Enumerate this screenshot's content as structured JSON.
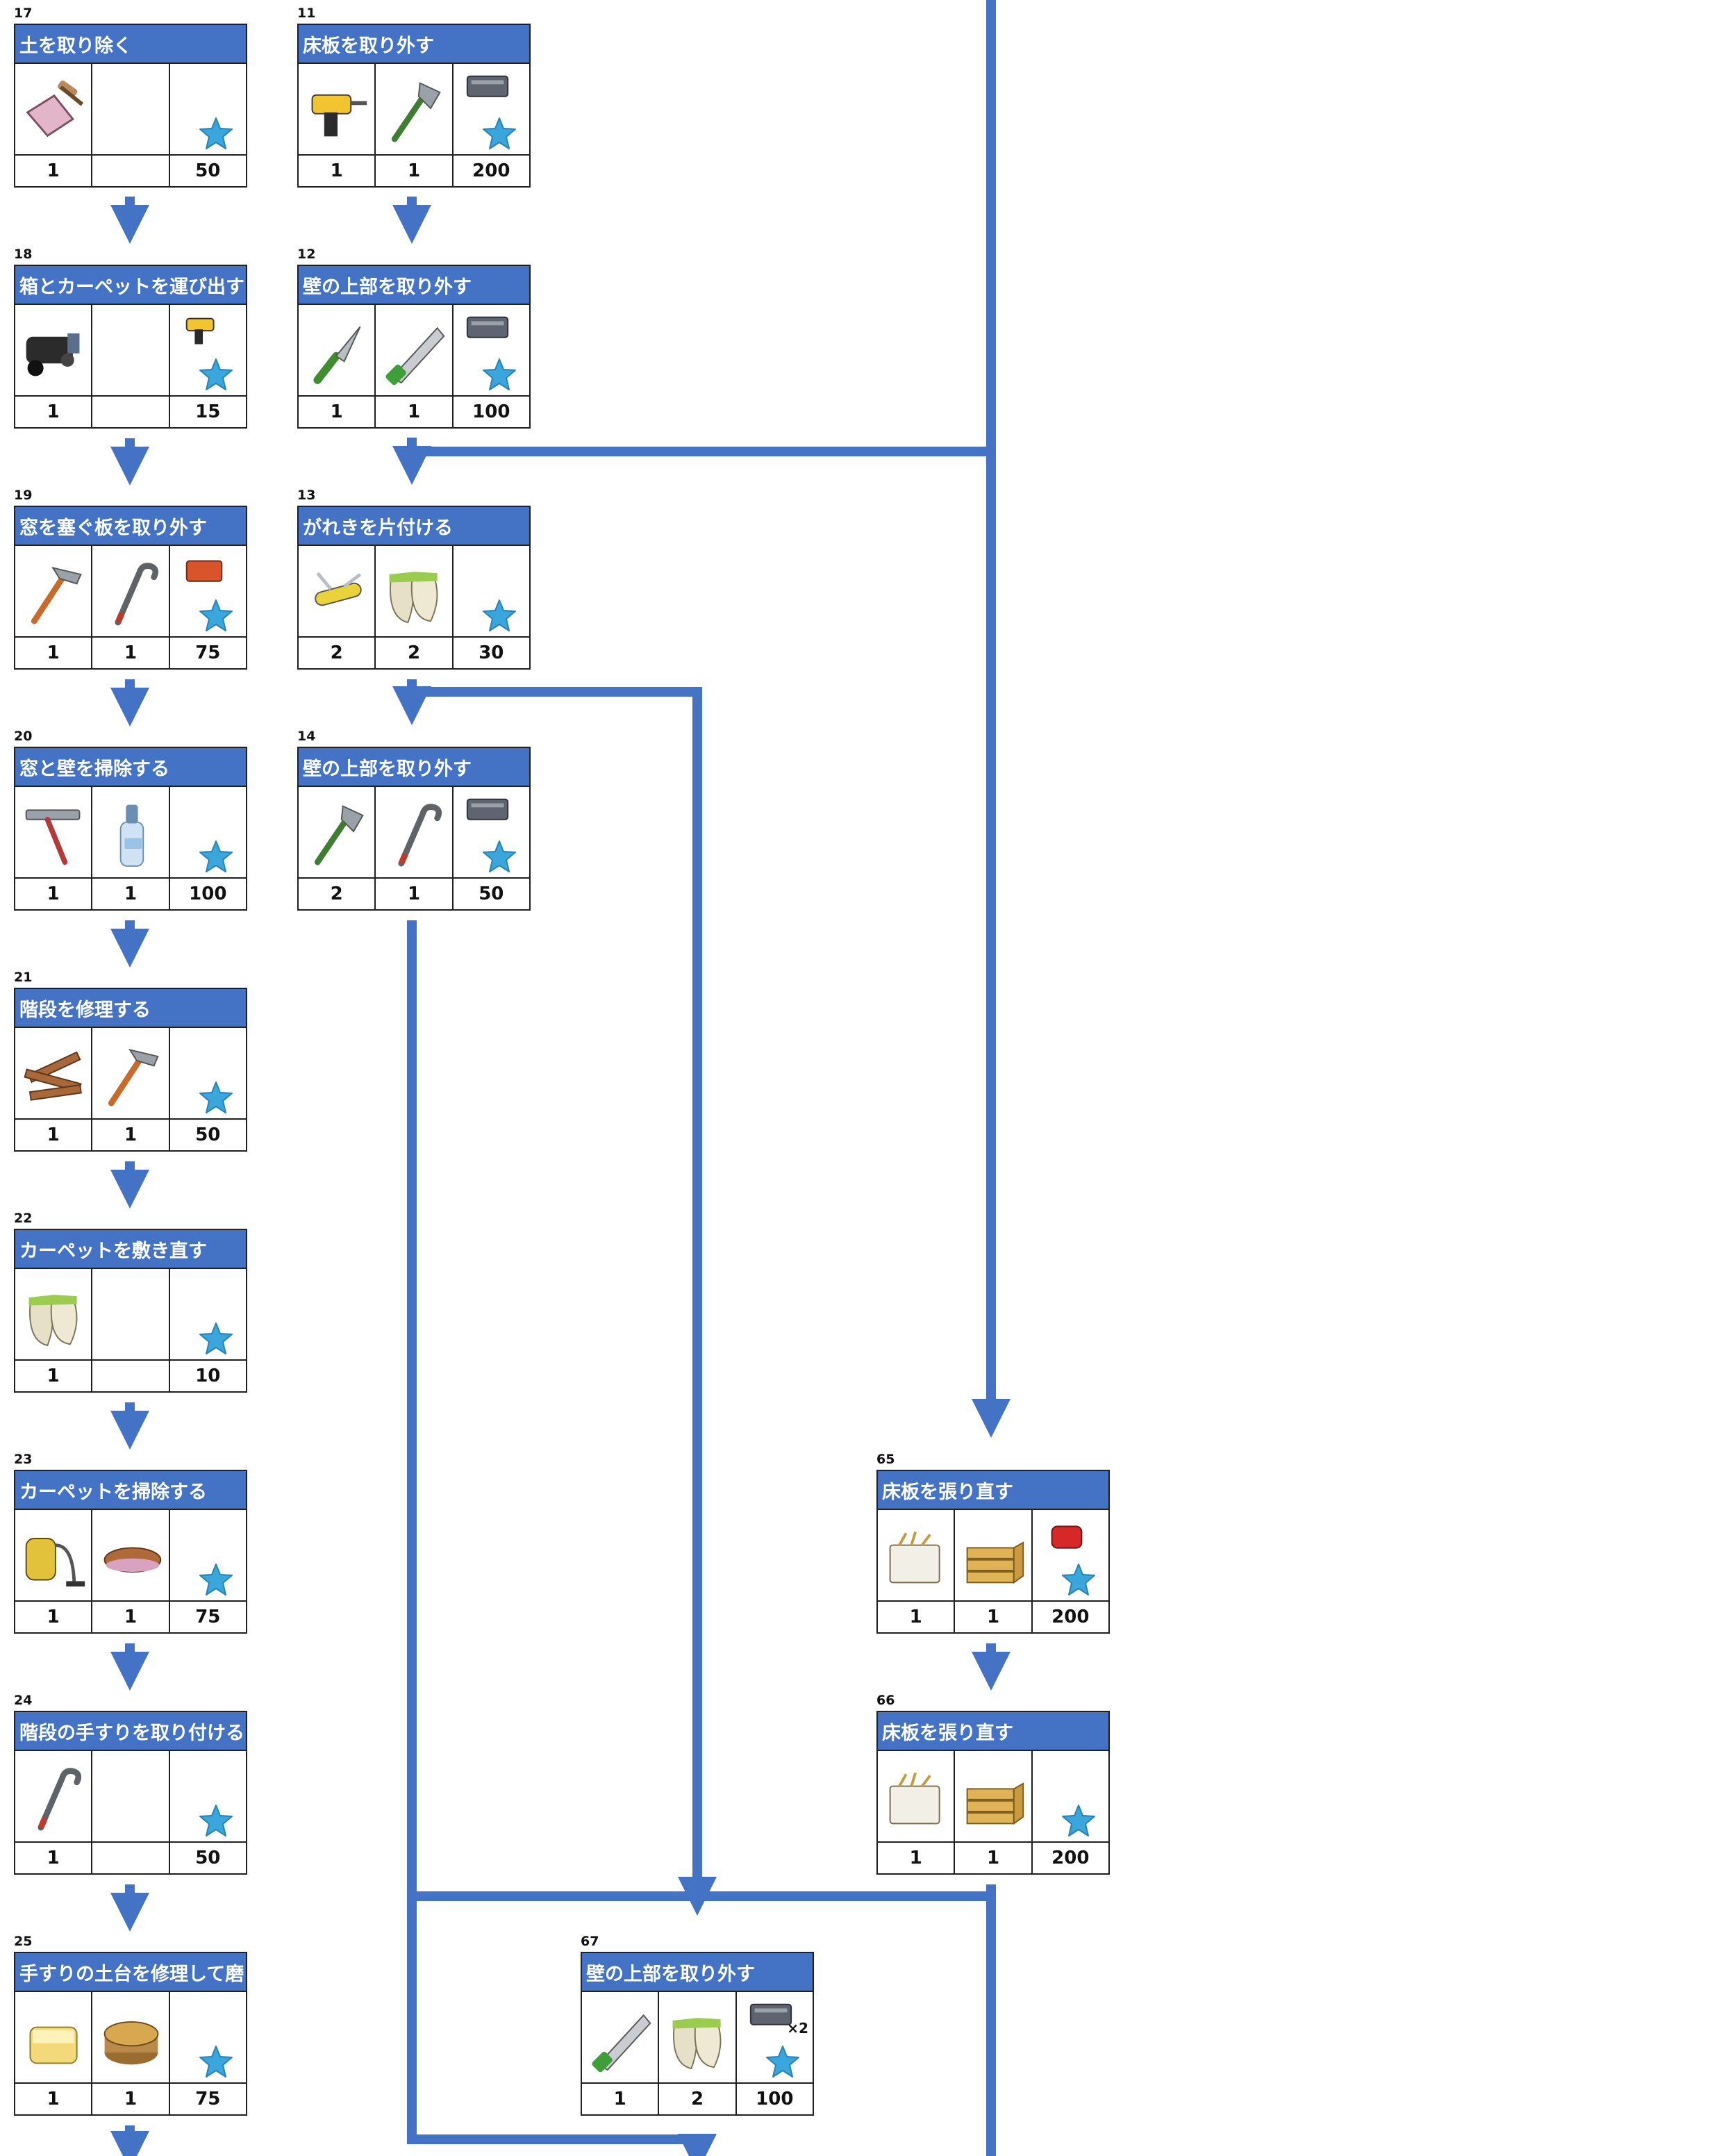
{
  "cards": [
    {
      "id": "17",
      "title": "土を取り除く",
      "icons": [
        "dustpan-icon",
        "",
        ""
      ],
      "reward": "",
      "values": [
        "1",
        "",
        "50"
      ],
      "col": 0,
      "row": 0
    },
    {
      "id": "18",
      "title": "箱とカーペットを運び出す",
      "icons": [
        "hand-truck-icon",
        "",
        ""
      ],
      "reward": "drill-icon",
      "values": [
        "1",
        "",
        "15"
      ],
      "col": 0,
      "row": 1
    },
    {
      "id": "19",
      "title": "窓を塞ぐ板を取り外す",
      "icons": [
        "hammer-icon",
        "crowbar-icon",
        ""
      ],
      "reward": "toolbox-icon",
      "values": [
        "1",
        "1",
        "75"
      ],
      "col": 0,
      "row": 2
    },
    {
      "id": "20",
      "title": "窓と壁を掃除する",
      "icons": [
        "squeegee-icon",
        "spray-bottle-icon",
        ""
      ],
      "reward": "",
      "values": [
        "1",
        "1",
        "100"
      ],
      "col": 0,
      "row": 3
    },
    {
      "id": "21",
      "title": "階段を修理する",
      "icons": [
        "planks-icon",
        "hammer-icon",
        ""
      ],
      "reward": "",
      "values": [
        "1",
        "1",
        "50"
      ],
      "col": 0,
      "row": 4
    },
    {
      "id": "22",
      "title": "カーペットを敷き直す",
      "icons": [
        "gloves-icon",
        "",
        ""
      ],
      "reward": "",
      "values": [
        "1",
        "",
        "10"
      ],
      "col": 0,
      "row": 5
    },
    {
      "id": "23",
      "title": "カーペットを掃除する",
      "icons": [
        "vacuum-icon",
        "brush-icon",
        ""
      ],
      "reward": "",
      "values": [
        "1",
        "1",
        "75"
      ],
      "col": 0,
      "row": 6
    },
    {
      "id": "24",
      "title": "階段の手すりを取り付ける",
      "icons": [
        "crowbar-icon",
        "",
        ""
      ],
      "reward": "",
      "values": [
        "1",
        "",
        "50"
      ],
      "col": 0,
      "row": 7
    },
    {
      "id": "25",
      "title": "手すりの土台を修理して磨く",
      "icons": [
        "sponge-icon",
        "polish-tin-icon",
        ""
      ],
      "reward": "",
      "values": [
        "1",
        "1",
        "75"
      ],
      "col": 0,
      "row": 8
    },
    {
      "id": "11",
      "title": "床板を取り外す",
      "icons": [
        "drill-icon",
        "axe-icon",
        ""
      ],
      "reward": "metal-case-icon",
      "values": [
        "1",
        "1",
        "200"
      ],
      "col": 1,
      "row": 0
    },
    {
      "id": "12",
      "title": "壁の上部を取り外す",
      "icons": [
        "knife-icon",
        "saw-icon",
        ""
      ],
      "reward": "metal-case-icon",
      "values": [
        "1",
        "1",
        "100"
      ],
      "col": 1,
      "row": 1
    },
    {
      "id": "13",
      "title": "がれきを片付ける",
      "icons": [
        "multitool-icon",
        "gloves-icon",
        ""
      ],
      "reward": "",
      "values": [
        "2",
        "2",
        "30"
      ],
      "col": 1,
      "row": 2
    },
    {
      "id": "14",
      "title": "壁の上部を取り外す",
      "icons": [
        "axe-icon",
        "crowbar-icon",
        ""
      ],
      "reward": "metal-case-icon",
      "values": [
        "2",
        "1",
        "50"
      ],
      "col": 1,
      "row": 3
    },
    {
      "id": "65",
      "title": "床板を張り直す",
      "icons": [
        "nails-box-icon",
        "lumber-icon",
        ""
      ],
      "reward": "red-bag-icon",
      "values": [
        "1",
        "1",
        "200"
      ],
      "col": 3,
      "row": 6
    },
    {
      "id": "66",
      "title": "床板を張り直す",
      "icons": [
        "nails-box-icon",
        "lumber-icon",
        ""
      ],
      "reward": "",
      "values": [
        "1",
        "1",
        "200"
      ],
      "col": 3,
      "row": 7
    },
    {
      "id": "67",
      "title": "壁の上部を取り外す",
      "icons": [
        "saw-icon",
        "gloves-icon",
        ""
      ],
      "reward": "metal-case-icon",
      "reward_mult": "×2",
      "values": [
        "1",
        "2",
        "100"
      ],
      "col": 2,
      "row": 8
    }
  ],
  "colors": {
    "header": "#4472c4",
    "wire": "#4472c4",
    "star": "#3aa6dc",
    "border": "#1f1f1f"
  }
}
